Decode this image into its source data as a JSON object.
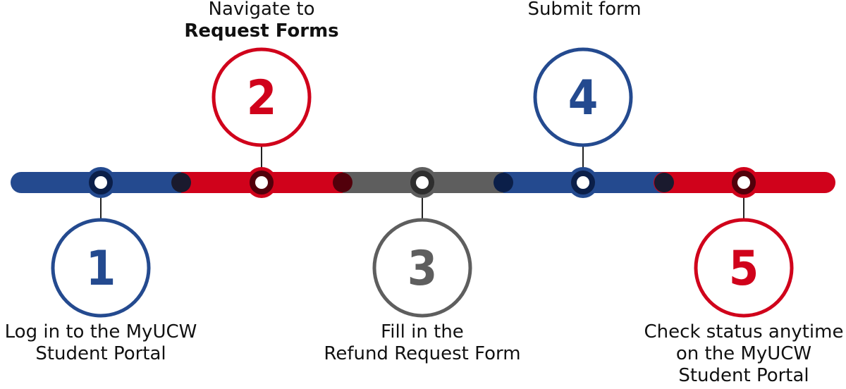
{
  "colors": {
    "blue": "#244a8f",
    "red": "#d0021b",
    "gray": "#5e5e5e",
    "dark_blue": "#0b1f49",
    "dark_red": "#52000b",
    "dark_junction": "#1a1a2e"
  },
  "timeline": {
    "segments": [
      "blue",
      "red",
      "gray",
      "blue",
      "red"
    ]
  },
  "steps": [
    {
      "number": "1",
      "color": "blue",
      "position": "below",
      "label_lines": [
        "Log in to the MyUCW",
        "Student Portal"
      ]
    },
    {
      "number": "2",
      "color": "red",
      "position": "above",
      "label_lines": [
        "Navigate to",
        "Request Forms"
      ]
    },
    {
      "number": "3",
      "color": "gray",
      "position": "below",
      "label_lines": [
        "Fill in the",
        "Refund Request Form"
      ]
    },
    {
      "number": "4",
      "color": "blue",
      "position": "above",
      "label_lines": [
        "Submit form"
      ]
    },
    {
      "number": "5",
      "color": "red",
      "position": "below",
      "label_lines": [
        "Check status anytime",
        "on the MyUCW",
        "Student Portal"
      ]
    }
  ]
}
